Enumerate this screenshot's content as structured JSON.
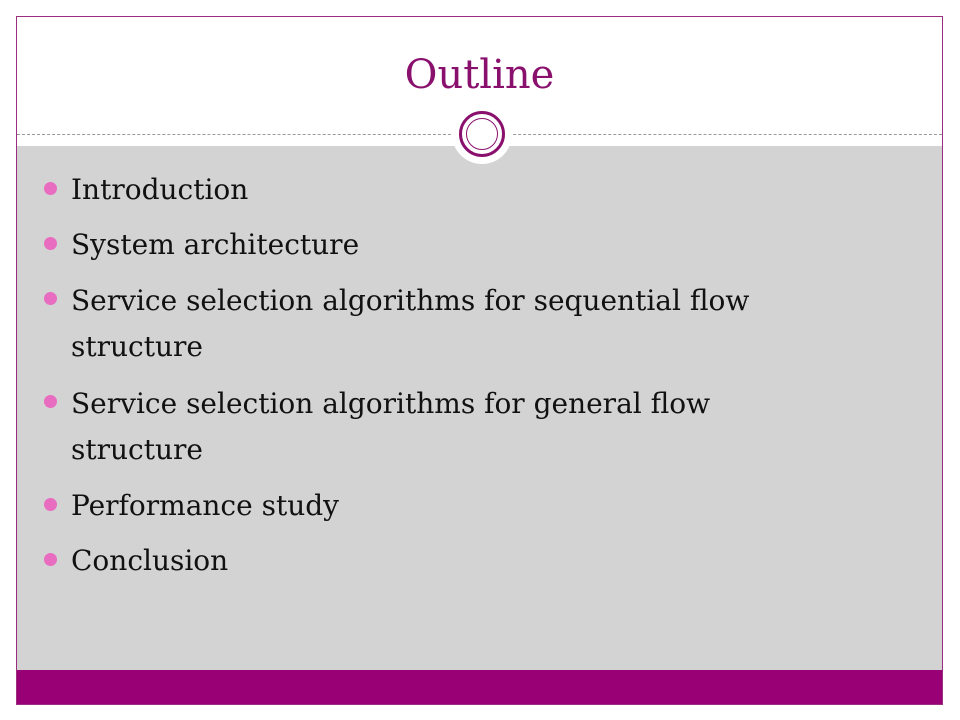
{
  "slide": {
    "title": "Outline",
    "bullets": [
      "Introduction",
      "System architecture",
      "Service selection algorithms for sequential flow\nstructure",
      "Service selection algorithms for general flow\nstructure",
      "Performance study",
      "Conclusion"
    ]
  },
  "colors": {
    "title": "#8a106d",
    "accent_band": "#990075",
    "bullet": "#e86cbf",
    "panel": "#d3d3d3"
  }
}
